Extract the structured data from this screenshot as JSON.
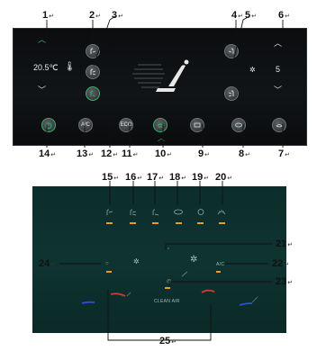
{
  "top_panel": {
    "left_temperature": "20.5℃",
    "right_fan_level": "5",
    "button_labels": {
      "ac": "A/C",
      "eco": "ECO"
    }
  },
  "bottom_panel": {
    "ac_label": "A/C",
    "clean_air_label": "CLEAN AIR"
  },
  "callouts": [
    "1",
    "2",
    "3",
    "4",
    "5",
    "6",
    "7",
    "8",
    "9",
    "10",
    "11",
    "12",
    "13",
    "14",
    "15",
    "16",
    "17",
    "18",
    "19",
    "20",
    "21",
    "22",
    "23",
    "24",
    "25"
  ]
}
